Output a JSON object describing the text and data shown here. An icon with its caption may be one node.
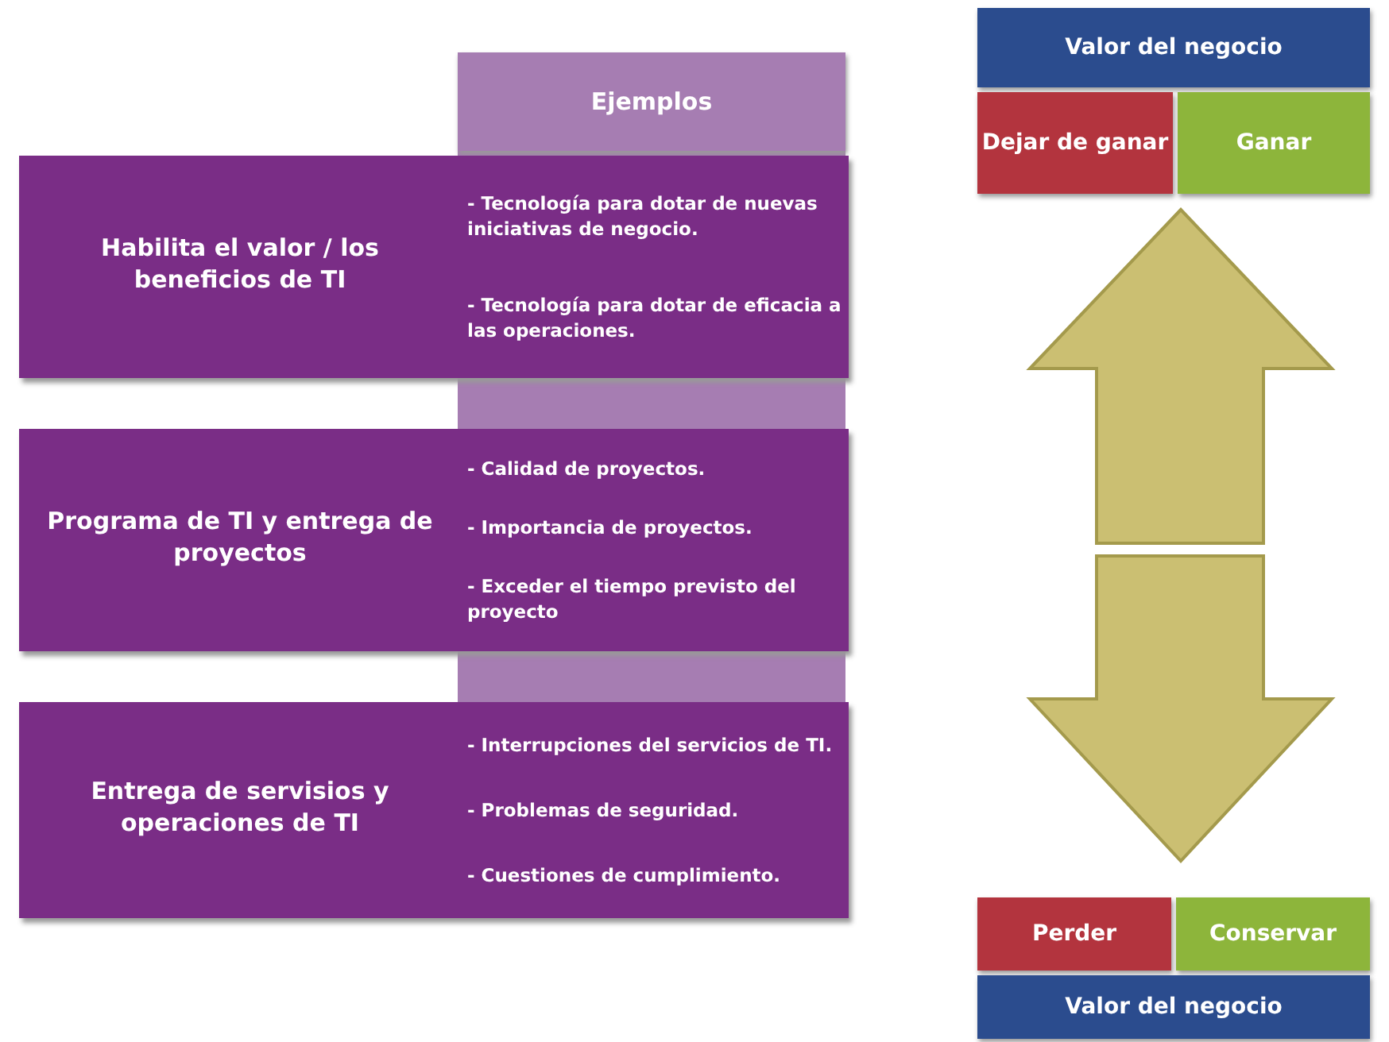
{
  "diagram": {
    "nodes": [
      {
        "text": [
          "Ejemplos"
        ]
      },
      {
        "text": [
          "Habilita el valor / los beneficios de TI",
          "- Tecnología para dotar de nuevas iniciativas de negocio.",
          "- Tecnología para dotar de eficacia a las operaciones."
        ]
      },
      {
        "text": [
          "Programa de TI y entrega de proyectos",
          "- Calidad de proyectos.",
          "- Importancia de proyectos.",
          "- Exceder el tiempo previsto del proyecto"
        ]
      },
      {
        "text": [
          "Entrega de servisios y operaciones de TI",
          "- Interrupciones del servicios de TI.",
          "- Problemas de seguridad.",
          "- Cuestiones de cumplimiento."
        ]
      },
      {
        "text": [
          "Valor del negocio"
        ]
      },
      {
        "text": [
          "Dejar de ganar"
        ]
      },
      {
        "text": [
          "Ganar"
        ]
      },
      {
        "text": [
          "Perder"
        ]
      },
      {
        "text": [
          "Conservar"
        ]
      },
      {
        "text": [
          "Valor del negocio"
        ]
      }
    ]
  }
}
